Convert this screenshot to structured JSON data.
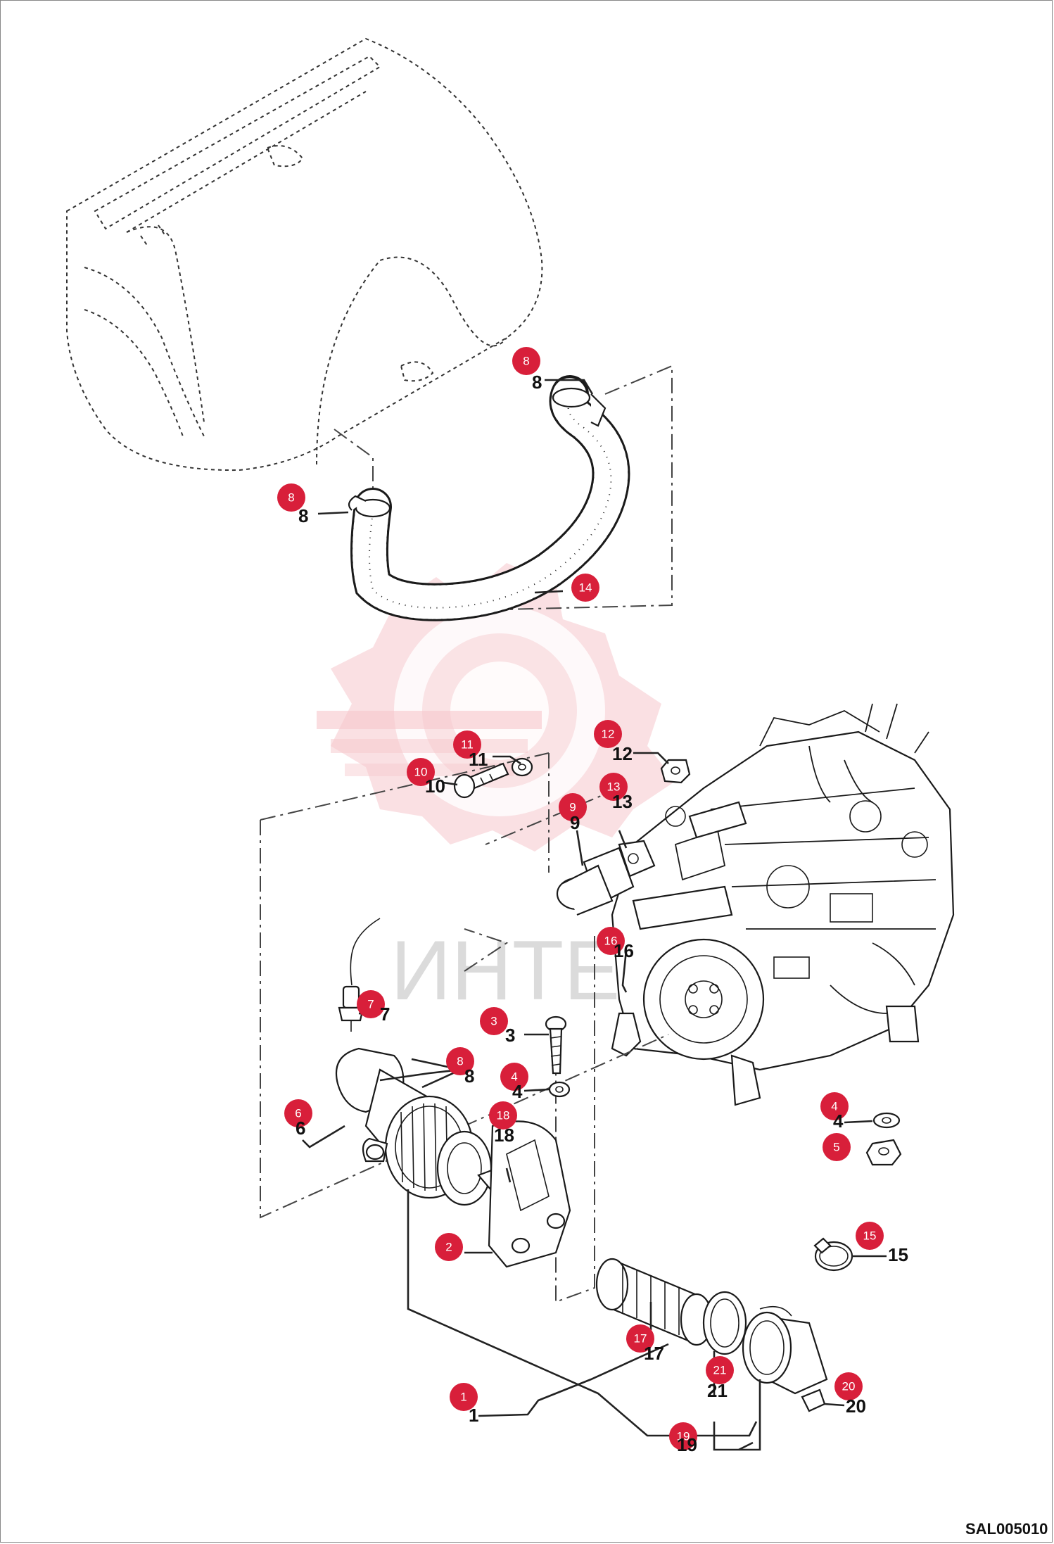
{
  "diagram": {
    "reference_code": "SAL005010",
    "watermark": "ИНТЕХ",
    "callouts": [
      {
        "id": "8",
        "label": "8",
        "plain": "8"
      },
      {
        "id": "8b",
        "label": "8",
        "plain": "8"
      },
      {
        "id": "14",
        "label": "14",
        "plain": ""
      },
      {
        "id": "11",
        "label": "11",
        "plain": "11"
      },
      {
        "id": "12",
        "label": "12",
        "plain": "12"
      },
      {
        "id": "10",
        "label": "10",
        "plain": "10"
      },
      {
        "id": "13",
        "label": "13",
        "plain": "13"
      },
      {
        "id": "9",
        "label": "9",
        "plain": "9"
      },
      {
        "id": "16",
        "label": "16",
        "plain": "16"
      },
      {
        "id": "7",
        "label": "7",
        "plain": "7"
      },
      {
        "id": "3",
        "label": "3",
        "plain": "3"
      },
      {
        "id": "8c",
        "label": "8",
        "plain": "8"
      },
      {
        "id": "4",
        "label": "4",
        "plain": "4"
      },
      {
        "id": "6",
        "label": "6",
        "plain": "6"
      },
      {
        "id": "18",
        "label": "18",
        "plain": "18"
      },
      {
        "id": "4b",
        "label": "4",
        "plain": "4"
      },
      {
        "id": "5",
        "label": "5",
        "plain": ""
      },
      {
        "id": "2",
        "label": "2",
        "plain": ""
      },
      {
        "id": "15",
        "label": "15",
        "plain": "15"
      },
      {
        "id": "17",
        "label": "17",
        "plain": "17"
      },
      {
        "id": "21",
        "label": "21",
        "plain": "21"
      },
      {
        "id": "20",
        "label": "20",
        "plain": "20"
      },
      {
        "id": "1",
        "label": "1",
        "plain": "1"
      },
      {
        "id": "19",
        "label": "19",
        "plain": "19"
      }
    ]
  }
}
